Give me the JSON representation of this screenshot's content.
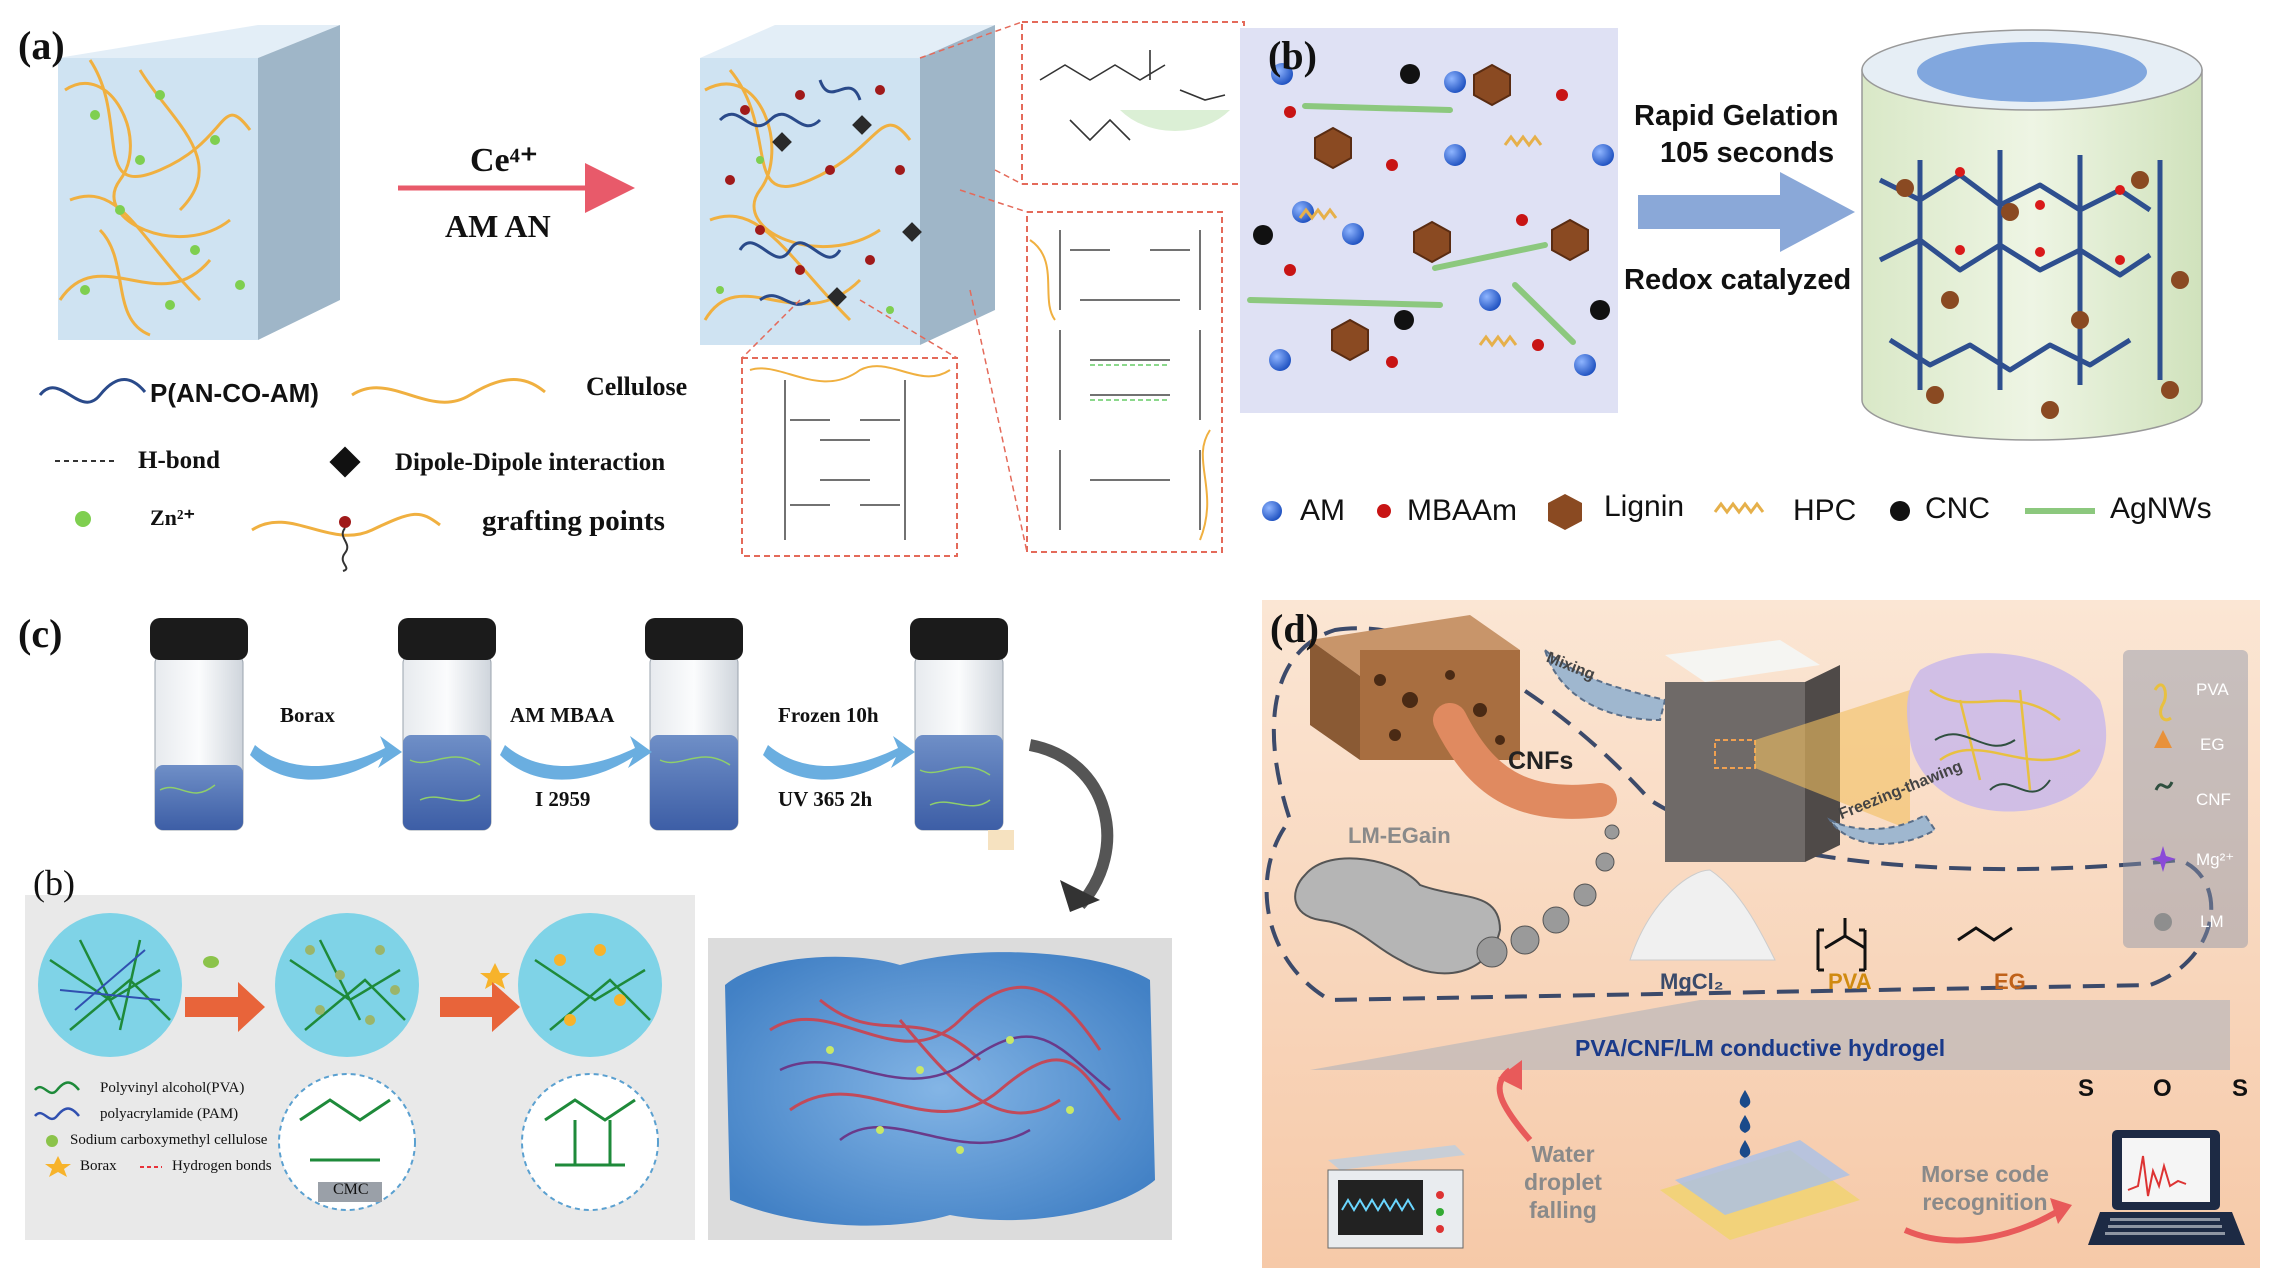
{
  "panel_a": {
    "letter": "(a)",
    "reagent_top": "Ce⁴⁺",
    "reagent_bottom": "AM  AN",
    "legend": {
      "copolymer": "P(AN-CO-AM)",
      "cellulose": "Cellulose",
      "hbond": "H-bond",
      "dipole": "Dipole-Dipole interaction",
      "zn": "Zn²⁺",
      "grafting": "grafting points"
    }
  },
  "panel_b_top": {
    "letter": "(b)",
    "arrow_line1": "Rapid Gelation",
    "arrow_line2": "105 seconds",
    "arrow_line3": "Redox catalyzed",
    "legend": [
      "AM",
      "MBAAm",
      "Lignin",
      "HPC",
      "CNC",
      "AgNWs"
    ]
  },
  "panel_c": {
    "letter": "(c)",
    "step1": "Borax",
    "step2_top": "AM MBAA",
    "step2_bottom": "I 2959",
    "step3_top": "Frozen 10h",
    "step3_bottom": "UV 365 2h"
  },
  "panel_c_sub": {
    "letter": "(b)",
    "legend": {
      "pva": "Polyvinyl alcohol(PVA)",
      "pam": "polyacrylamide  (PAM)",
      "cmc": "Sodium  carboxymethyl cellulose",
      "borax": "Borax",
      "hbonds": "Hydrogen bonds"
    },
    "cmc_label": "CMC"
  },
  "panel_d": {
    "letter": "(d)",
    "mixing": "Mixing",
    "cnfs": "CNFs",
    "lm_egain": "LM-EGain",
    "freezing": "Freezing-thawing",
    "mgcl2": "MgCl₂",
    "pva": "PVA",
    "eg": "EG",
    "hydrogel": "PVA/CNF/LM conductive hydrogel",
    "water": "Water droplet falling",
    "morse": "Morse code recognition",
    "morse_letters": [
      "S",
      "O",
      "S"
    ],
    "legend": [
      "PVA",
      "EG",
      "CNF",
      "Mg²⁺",
      "LM"
    ]
  },
  "colors": {
    "cube_face": "#cfe3f2",
    "cellulose": "#f0b040",
    "copolymer": "#2a4a8a",
    "zn": "#7fcf50",
    "red_arrow": "#e85a6a",
    "panel_b_bg": "#dfe1f4",
    "blue_arrow": "#8aa8d8",
    "panel_d_bg": "#f9dcc4"
  }
}
